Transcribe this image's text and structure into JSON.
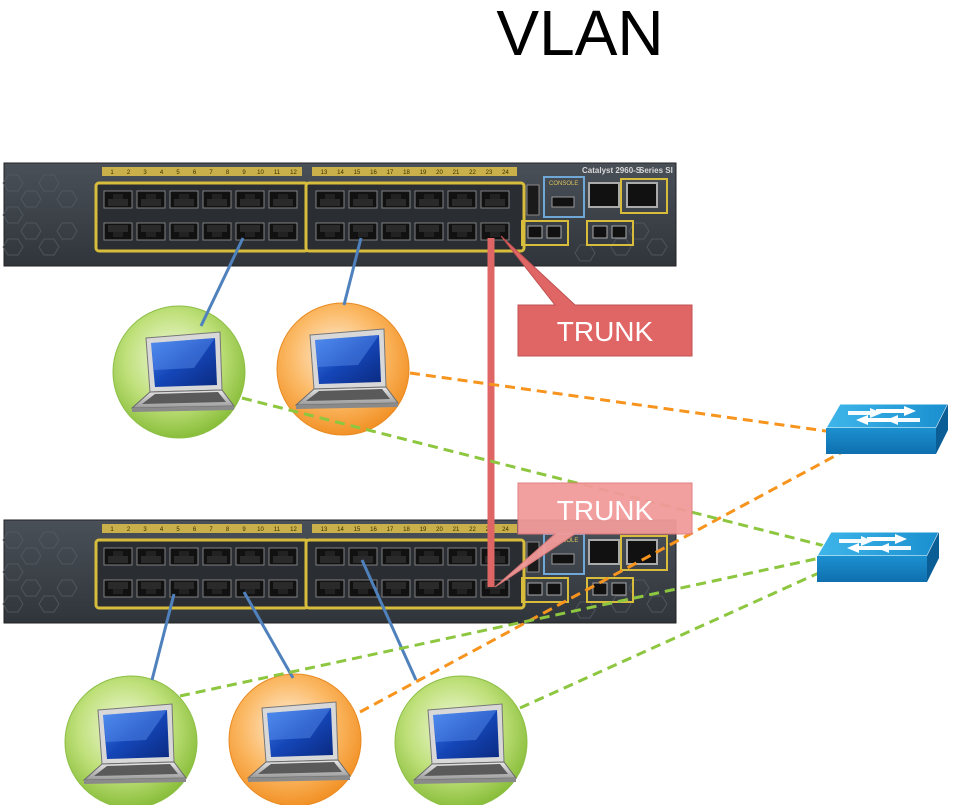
{
  "title": "VLAN",
  "switch": {
    "model_label": "Catalyst 2960-S",
    "series_label": "Series SI",
    "console_label": "CONSOLE",
    "port_numbers": [
      "1",
      "2",
      "3",
      "4",
      "5",
      "6",
      "7",
      "8",
      "9",
      "10",
      "11",
      "12",
      "13",
      "14",
      "15",
      "16",
      "17",
      "18",
      "19",
      "20",
      "21",
      "22",
      "23",
      "24"
    ]
  },
  "callouts": [
    {
      "label": "TRUNK"
    },
    {
      "label": "TRUNK"
    }
  ],
  "colors": {
    "vlan_green": "#8dc63f",
    "vlan_orange": "#f7941d",
    "trunk_red": "#e06666",
    "access_link": "#4f81bd",
    "switch_body": "#3a4048",
    "switch_icon": "#1e9ed8"
  },
  "icons": [
    "laptop-icon",
    "network-switch-icon"
  ]
}
